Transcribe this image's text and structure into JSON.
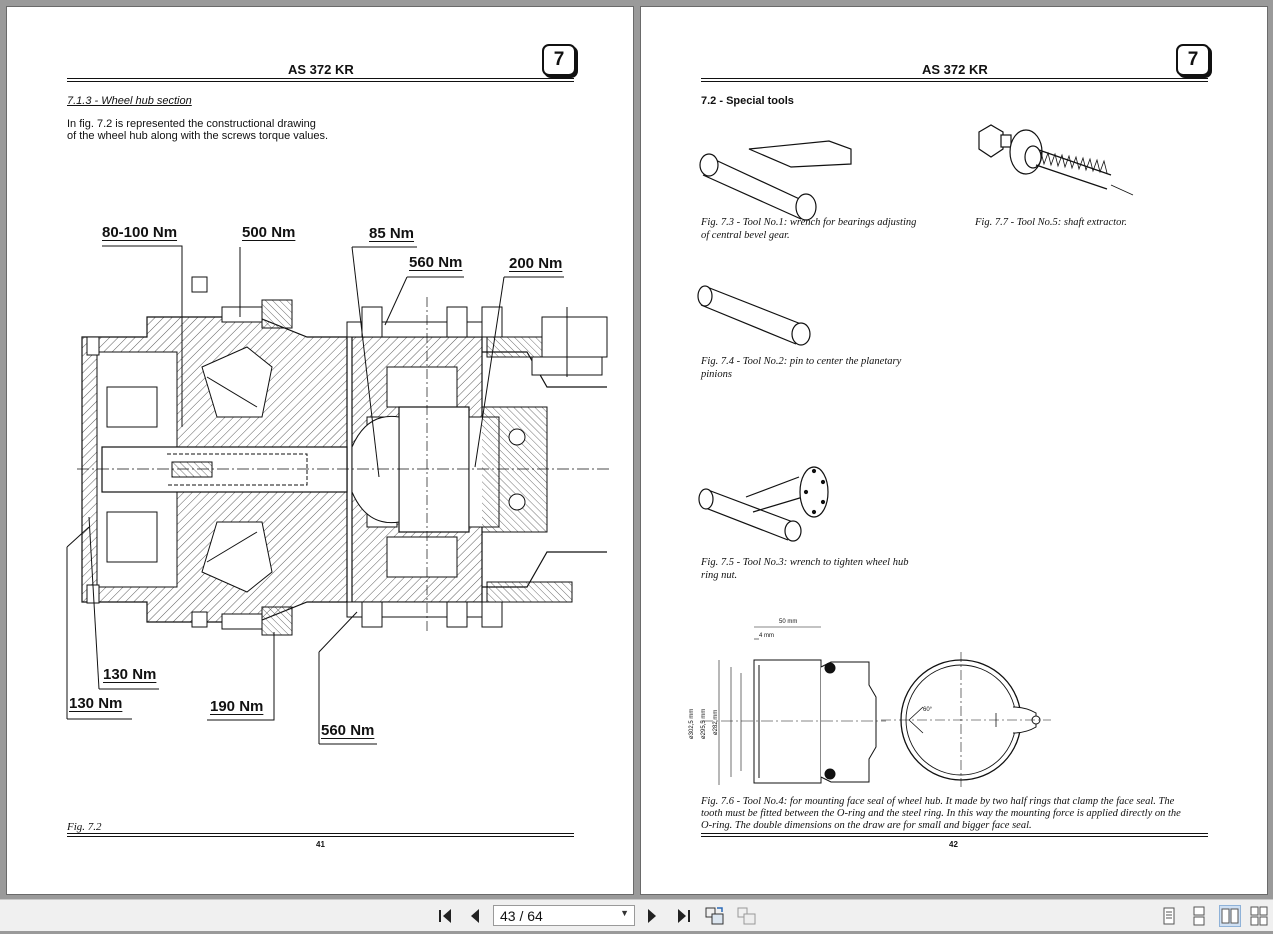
{
  "left_page": {
    "header_title": "AS 372 KR",
    "chapter": "7",
    "section_heading": "7.1.3 - Wheel hub section",
    "intro_line1": "In fig. 7.2 is represented the constructional drawing",
    "intro_line2": "of the wheel hub along with the screws torque values.",
    "torques": {
      "t1": "80-100 Nm",
      "t2": "500 Nm",
      "t3": "85 Nm",
      "t4": "560 Nm",
      "t5": "200 Nm",
      "t6": "130 Nm",
      "t7": "130 Nm",
      "t8": "190 Nm",
      "t9": "560 Nm"
    },
    "figure_label": "Fig. 7.2",
    "page_number": "41"
  },
  "right_page": {
    "header_title": "AS 372 KR",
    "chapter": "7",
    "section_heading": "7.2 - Special tools",
    "captions": {
      "fig73_l1": "Fig. 7.3 - Tool No.1: wrench for bearings adjusting",
      "fig73_l2": "of central bevel gear.",
      "fig77": "Fig. 7.7 - Tool No.5: shaft extractor.",
      "fig74_l1": "Fig. 7.4 - Tool No.2: pin to center the planetary",
      "fig74_l2": "pinions",
      "fig75_l1": "Fig. 7.5 - Tool No.3: wrench to tighten wheel hub",
      "fig75_l2": "ring nut.",
      "fig76_l1": "Fig. 7.6 - Tool No.4: for mounting face seal of wheel hub. It made by two half rings that clamp the face seal. The",
      "fig76_l2": "tooth must be fitted between the O-ring and the steel ring. In this way the mounting force is applied directly on the",
      "fig76_l3": "O-ring. The double dimensions on the draw are for small and bigger face seal."
    },
    "dims": {
      "d50": "50 mm",
      "d4": "4 mm",
      "d302": "ø302,5 mm",
      "d295": "ø295,5 mm",
      "d282": "ø282 mm",
      "angle": "60°"
    },
    "page_number": "42"
  },
  "toolbar": {
    "page_indicator": "43 / 64",
    "icons": [
      "first-page-icon",
      "previous-page-icon",
      "next-page-icon",
      "last-page-icon",
      "rotate-icon",
      "fit-page-icon",
      "single-page-view-icon",
      "continuous-view-icon",
      "two-page-view-icon",
      "two-page-continuous-view-icon"
    ]
  },
  "colors": {
    "viewer_bg": "#9a9a9a",
    "toolbar_bg": "#f0f0f0",
    "active_view": "#cfe0f3"
  }
}
